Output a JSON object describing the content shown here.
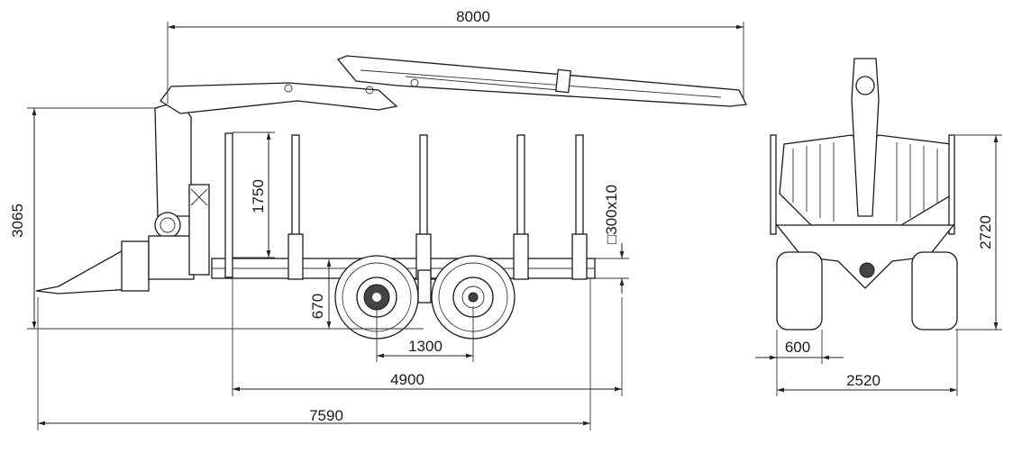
{
  "drawing": {
    "side_view": {
      "overall_length_crane": "8000",
      "overall_height": "3065",
      "stake_height": "1750",
      "frame_profile": "□300x10",
      "ground_clearance": "670",
      "axle_spacing": "1300",
      "load_length": "4900",
      "total_length": "7590"
    },
    "rear_view": {
      "height": "2720",
      "tyre_width": "600",
      "total_width": "2520"
    }
  }
}
